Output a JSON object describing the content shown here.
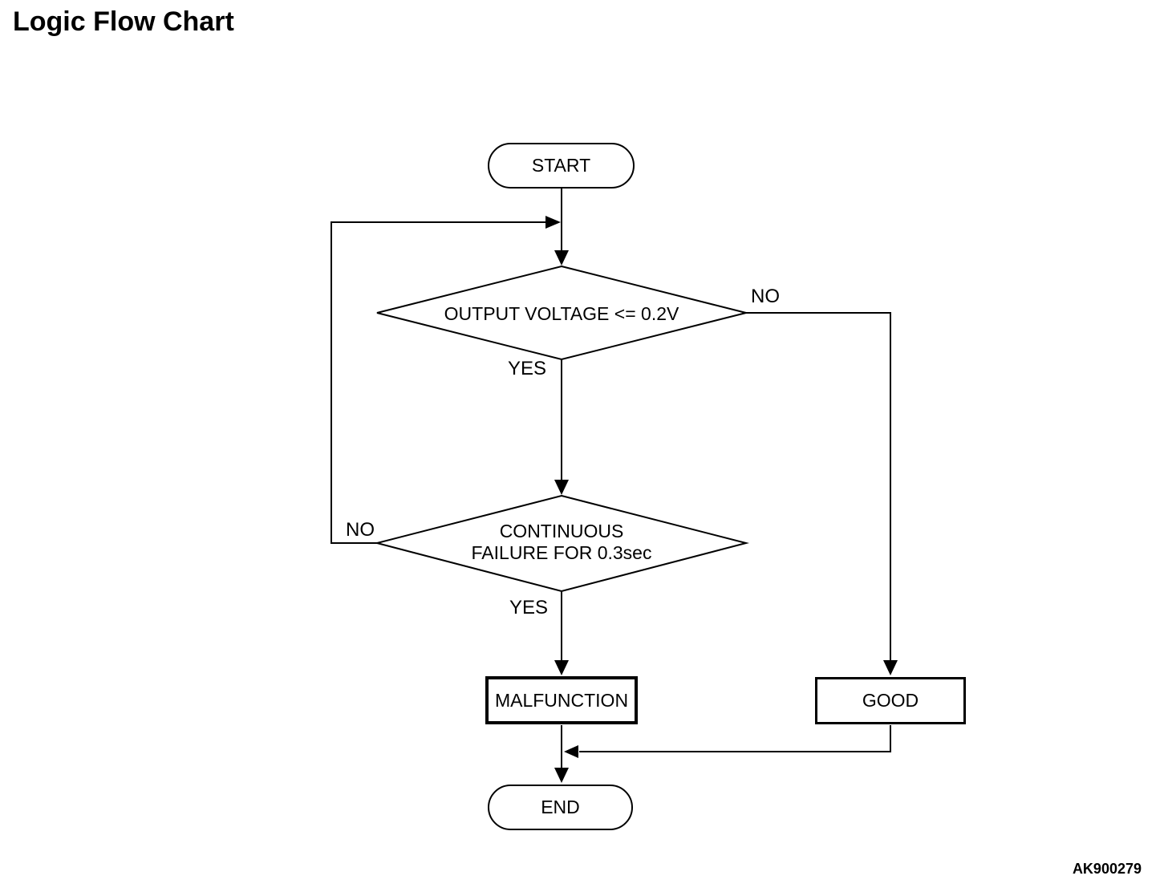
{
  "page": {
    "title": "Logic Flow Chart",
    "figure_code": "AK900279"
  },
  "colors": {
    "line": "#000000",
    "background": "#ffffff",
    "text": "#000000"
  },
  "flowchart": {
    "nodes": {
      "start": {
        "type": "terminator",
        "label": "START"
      },
      "decision_output_voltage": {
        "type": "decision",
        "label": "OUTPUT VOLTAGE <= 0.2V"
      },
      "decision_continuous_failure": {
        "type": "decision",
        "label_line1": "CONTINUOUS",
        "label_line2": "FAILURE FOR 0.3sec"
      },
      "malfunction": {
        "type": "process",
        "label": "MALFUNCTION"
      },
      "good": {
        "type": "process",
        "label": "GOOD"
      },
      "end": {
        "type": "terminator",
        "label": "END"
      }
    },
    "edge_labels": {
      "decision1_yes": "YES",
      "decision1_no": "NO",
      "decision2_yes": "YES",
      "decision2_no": "NO"
    },
    "edges": [
      {
        "from": "start",
        "to": "decision_output_voltage",
        "label": ""
      },
      {
        "from": "decision_output_voltage",
        "to": "decision_continuous_failure",
        "label": "YES"
      },
      {
        "from": "decision_output_voltage",
        "to": "good",
        "label": "NO"
      },
      {
        "from": "decision_continuous_failure",
        "to": "malfunction",
        "label": "YES"
      },
      {
        "from": "decision_continuous_failure",
        "to": "decision_output_voltage",
        "label": "NO"
      },
      {
        "from": "malfunction",
        "to": "end",
        "label": ""
      },
      {
        "from": "good",
        "to": "end",
        "label": ""
      }
    ]
  }
}
